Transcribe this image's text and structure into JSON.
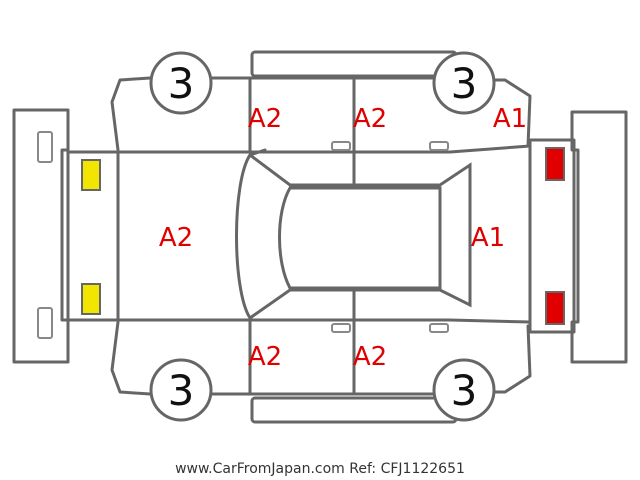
{
  "panels": {
    "front_door_left": "A2",
    "rear_door_left": "A2",
    "rear_quarter_left": "A1",
    "hood": "A2",
    "rear_gate": "A1",
    "front_door_right": "A2",
    "rear_door_right": "A2"
  },
  "wheels": {
    "front_left": "3",
    "rear_left": "3",
    "front_right": "3",
    "rear_right": "3"
  },
  "lamps": {
    "front_color": "#f2e600",
    "rear_color": "#e00000"
  },
  "footer": "www.CarFromJapan.com Ref: CFJ1122651"
}
